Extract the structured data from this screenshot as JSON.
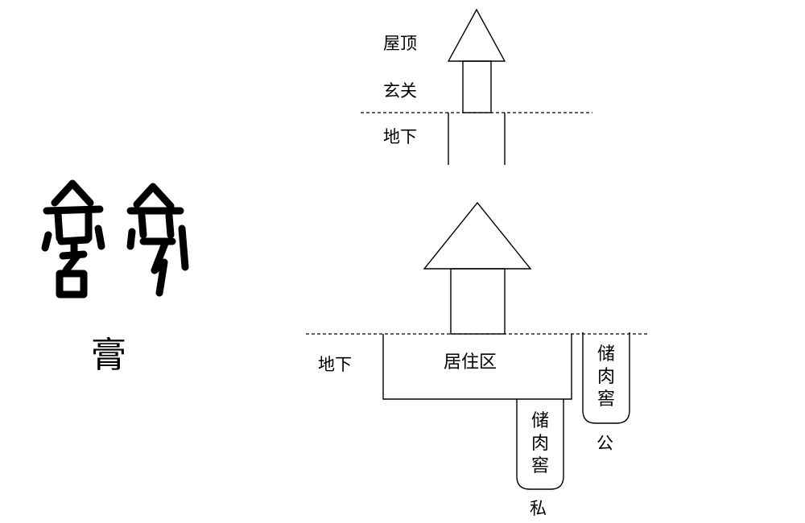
{
  "oracle_glyphs": {
    "character": "膏",
    "icon": "oracle-bone-script-glyph"
  },
  "top_diagram": {
    "roof_label": "屋顶",
    "entrance_label": "玄关",
    "underground_label": "地下"
  },
  "bottom_diagram": {
    "underground_label": "地下",
    "living_area_label": "居住区",
    "private_cellar": {
      "label": "储肉窖",
      "owner": "私"
    },
    "public_cellar": {
      "label": "储肉窖",
      "owner": "公"
    }
  }
}
